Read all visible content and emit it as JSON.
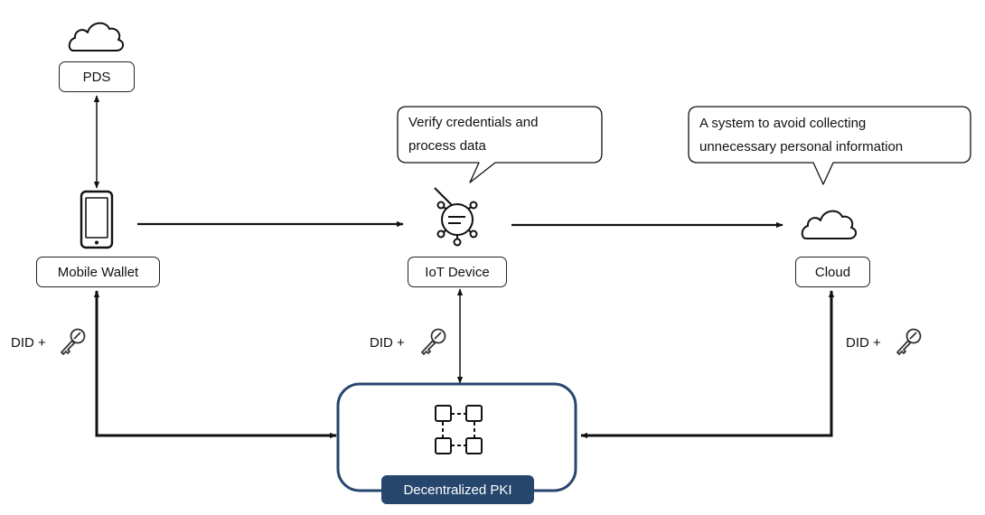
{
  "nodes": {
    "pds": "PDS",
    "mobile_wallet": "Mobile Wallet",
    "iot_device": "IoT Device",
    "cloud": "Cloud",
    "pki": "Decentralized PKI"
  },
  "bubbles": {
    "iot": [
      "Verify credentials and",
      "process data"
    ],
    "cloud": [
      "A system to avoid collecting",
      "unnecessary personal information"
    ]
  },
  "did_label": "DID +",
  "icons": {
    "pds": "cloud-icon",
    "wallet": "smartphone-icon",
    "iot": "iot-sensor-icon",
    "cloud": "cloud-icon",
    "key": "key-icon",
    "blockchain": "blockchain-icon"
  },
  "colors": {
    "pki_fill": "#26466d",
    "stroke": "#111111"
  }
}
